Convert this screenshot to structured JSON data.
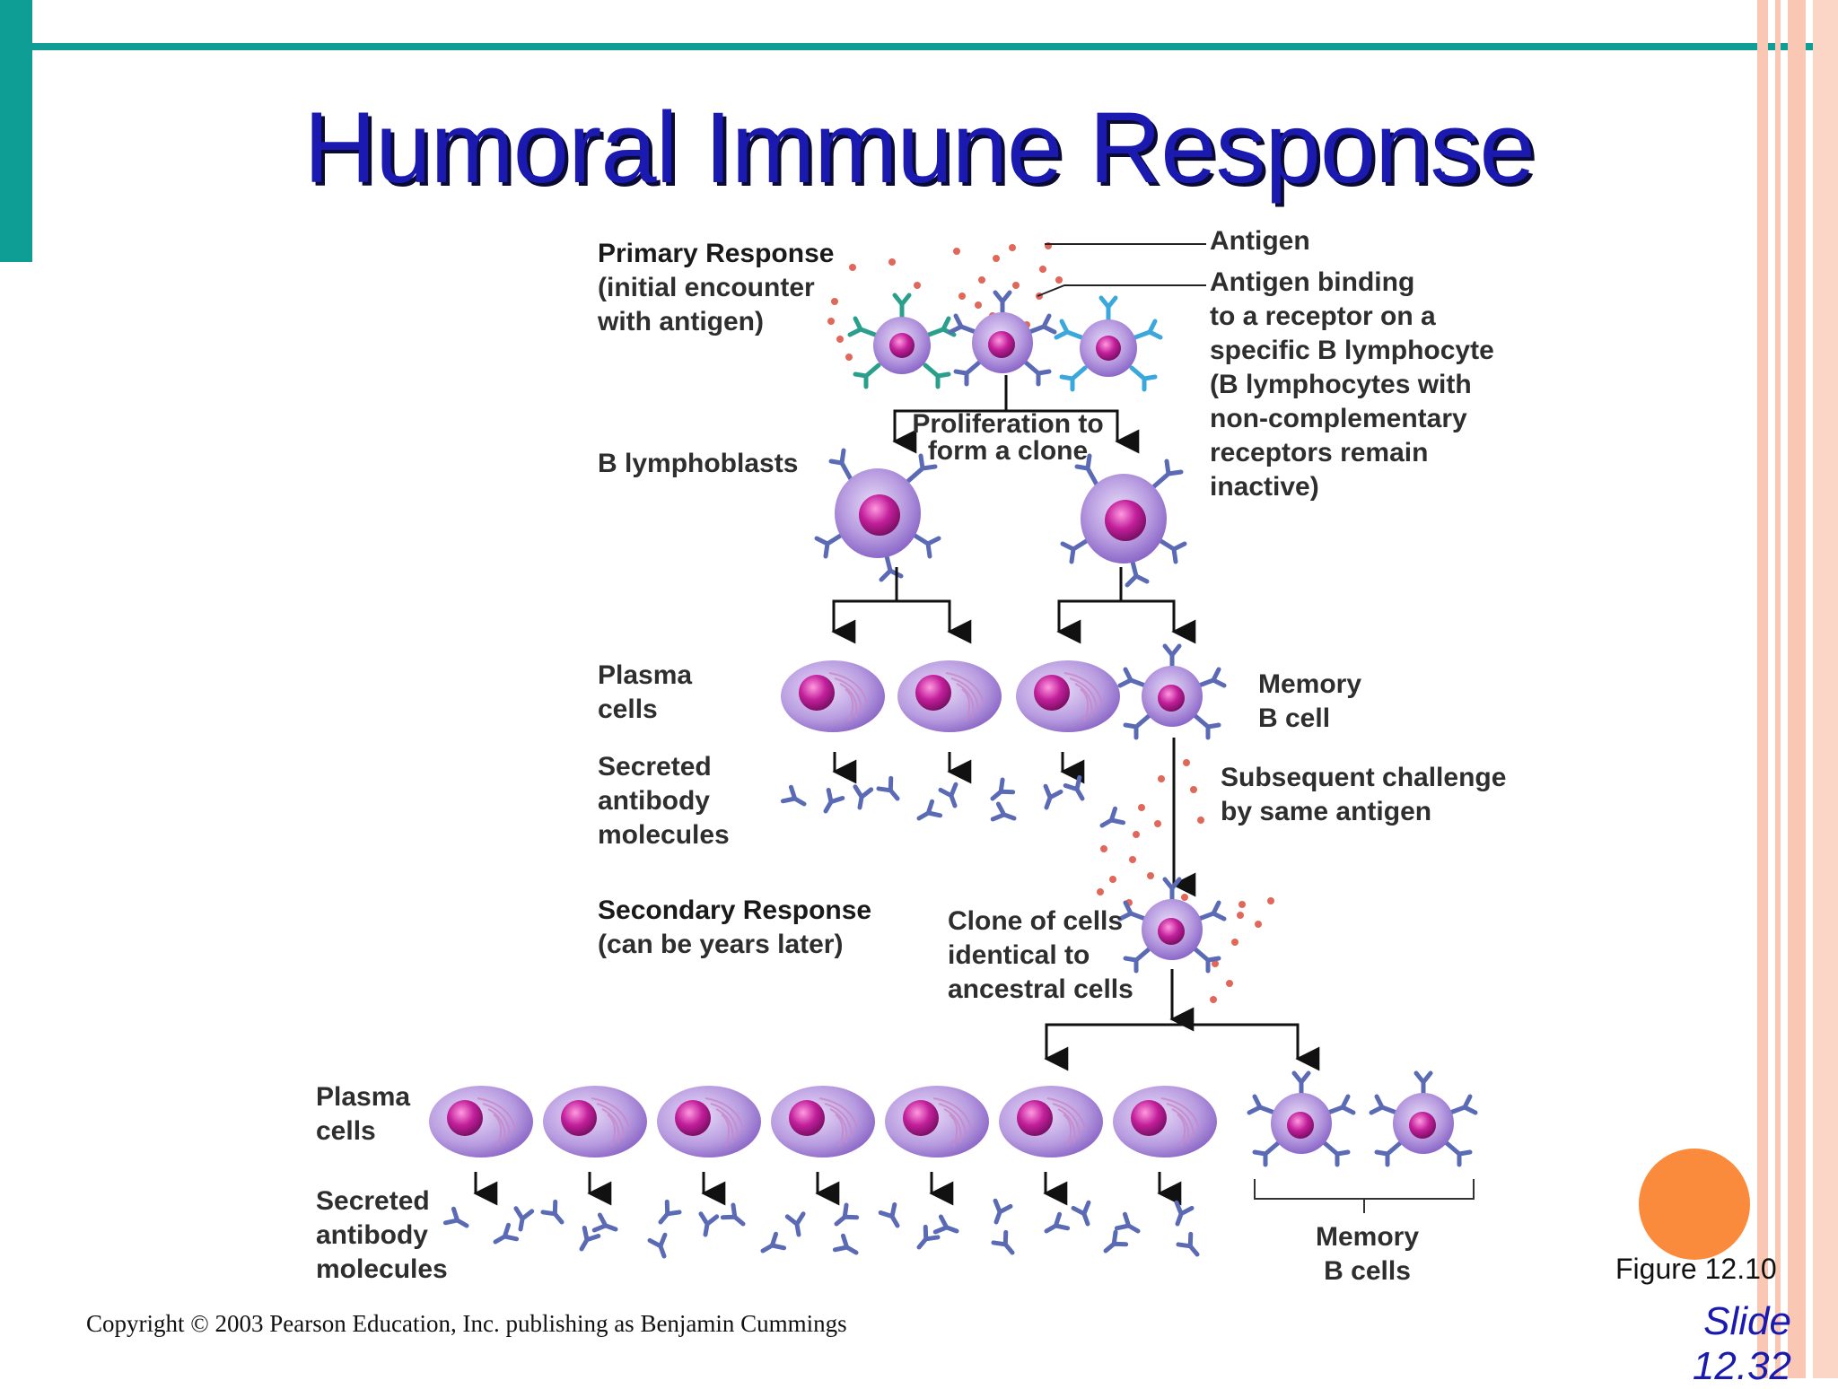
{
  "slide": {
    "title": "Humoral Immune Response",
    "copyright": "Copyright © 2003 Pearson Education, Inc. publishing as Benjamin Cummings",
    "figure_ref": "Figure 12.10",
    "slide_number": "Slide\n12.32",
    "colors": {
      "accent_teal": "#0e9e96",
      "title_blue": "#1a1ab0",
      "stripe_salmon": "#f9c7b3",
      "orange_dot": "#fa8a3c",
      "cell_purple": "#b89ce0",
      "nucleus_magenta": "#c21f9a",
      "antibody_blue": "#5a6ab5",
      "antigen_red": "#e0685a"
    }
  },
  "diagram": {
    "primary_response": "Primary Response",
    "primary_sub": "(initial encounter\nwith antigen)",
    "antigen": "Antigen",
    "antigen_binding": "Antigen binding\nto a receptor on a\nspecific B lymphocyte\n(B lymphocytes with\nnon-complementary\nreceptors remain\ninactive)",
    "proliferation": "Proliferation to\nform a clone",
    "b_lymphoblasts": "B lymphoblasts",
    "plasma_cells_1": "Plasma\ncells",
    "memory_b_cell": "Memory\nB cell",
    "secreted_1": "Secreted\nantibody\nmolecules",
    "subsequent": "Subsequent challenge\nby same antigen",
    "secondary_response": "Secondary Response",
    "secondary_sub": "(can be years later)",
    "clone_of_cells": "Clone of cells\nidentical to\nancestral cells",
    "plasma_cells_2": "Plasma\ncells",
    "secreted_2": "Secreted\nantibody\nmolecules",
    "memory_b_cells": "Memory\nB cells"
  }
}
